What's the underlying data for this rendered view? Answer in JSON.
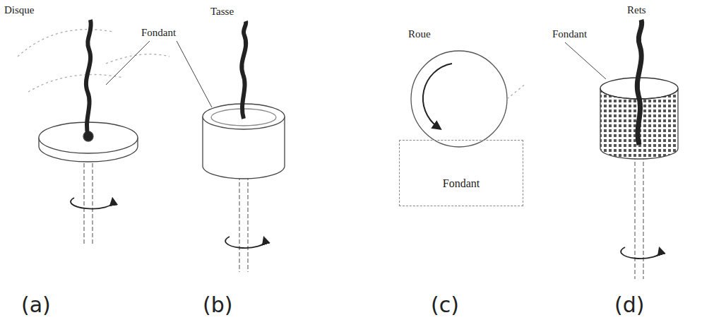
{
  "diagram": {
    "nodes": [
      {
        "text": [
          "Fondant"
        ]
      }
    ],
    "labels": [
      "Disque",
      "Tasse",
      "Roue",
      "Rets",
      "Fondant",
      "Fondant",
      "(a)",
      "(b)",
      "(c)",
      "(d)"
    ]
  }
}
